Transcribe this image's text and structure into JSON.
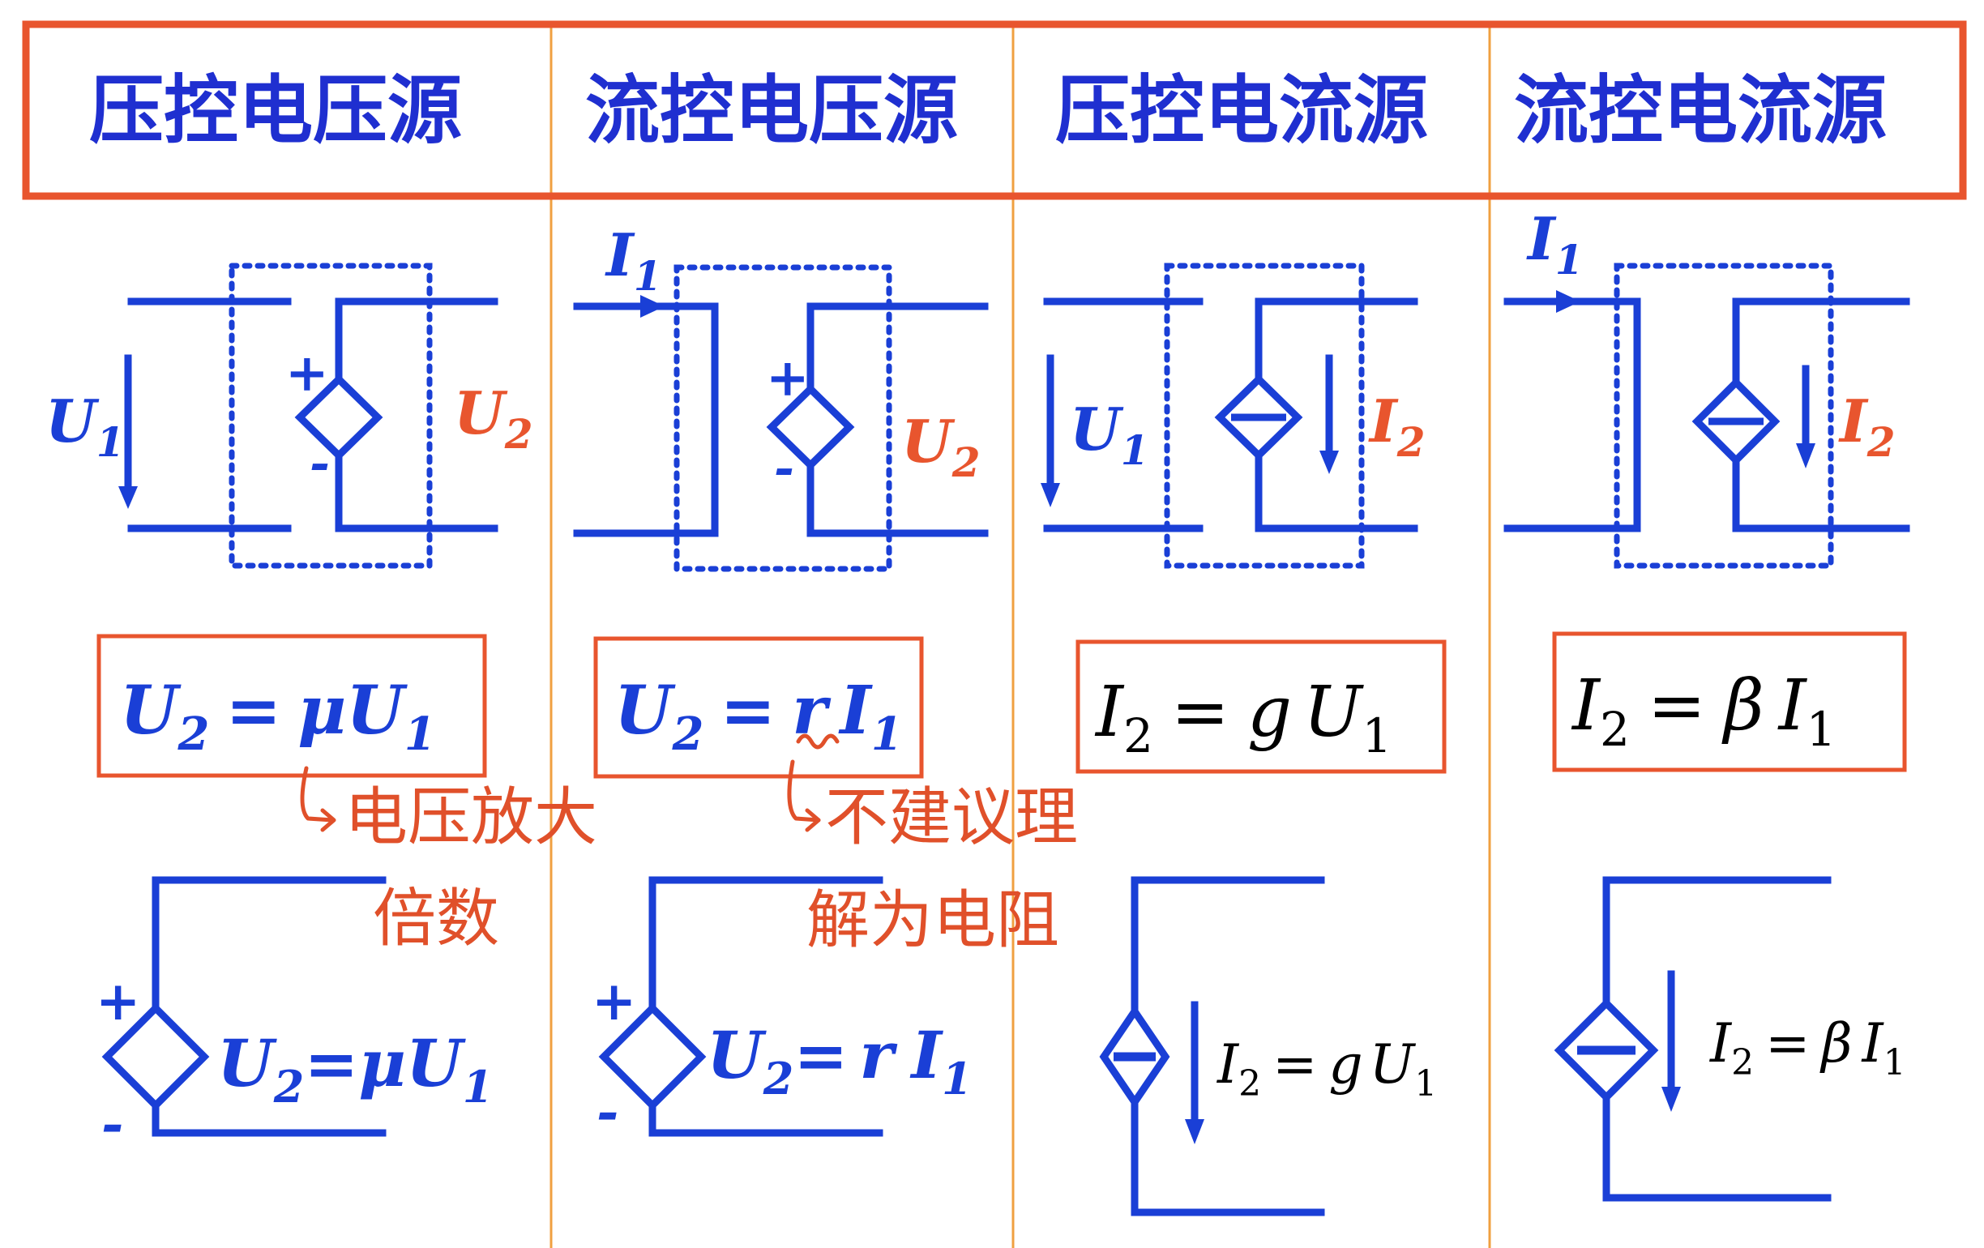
{
  "headers": [
    "压控电压源",
    "流控电压源",
    "压控电流源",
    "流控电流源"
  ],
  "labels": {
    "U1": "U",
    "sub1": "1",
    "U2": "U",
    "sub2": "2",
    "I1": "I",
    "I2": "I",
    "plus": "+",
    "minus": "-"
  },
  "equations": {
    "vcvs": {
      "lhs": "U",
      "lhs_sub": "2",
      "op": "=",
      "coef": "μ",
      "rhs": "U",
      "rhs_sub": "1"
    },
    "ccvs": {
      "lhs": "U",
      "lhs_sub": "2",
      "op": "=",
      "coef": "r",
      "rhs": "I",
      "rhs_sub": "1"
    },
    "vccs": {
      "lhs": "I",
      "lhs_sub": "2",
      "op": "=",
      "coef": "g",
      "rhs": "U",
      "rhs_sub": "1"
    },
    "cccs": {
      "lhs": "I",
      "lhs_sub": "2",
      "op": "=",
      "coef": "β",
      "rhs": "I",
      "rhs_sub": "1"
    }
  },
  "annotations": {
    "vcvs_line1": "电压放大",
    "vcvs_line2": "倍数",
    "ccvs_line1": "不建议理",
    "ccvs_line2": "解为电阻"
  },
  "colors": {
    "wire": "#1a3fd6",
    "accent": "#e8552e",
    "header_text": "#1f2fd0",
    "divider": "#f0a040",
    "handwriting": "#e0502a"
  }
}
